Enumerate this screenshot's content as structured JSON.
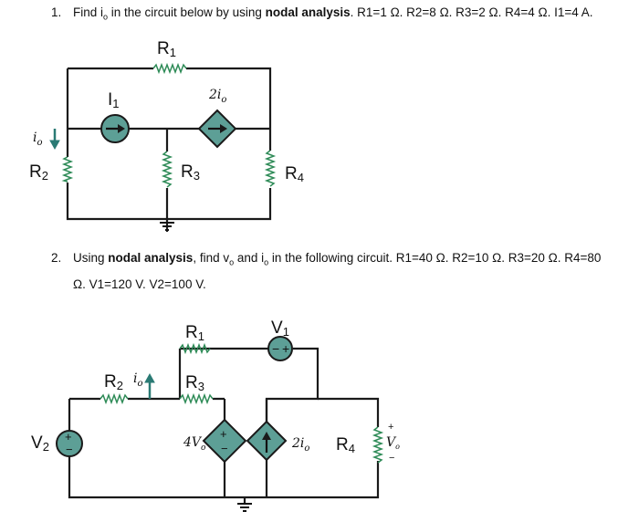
{
  "problem1": {
    "number": "1.",
    "text_pre": "Find i",
    "sub": "o",
    "text_mid": " in the circuit below by using ",
    "bold": "nodal analysis",
    "text_post": ". R1=1 Ω. R2=8 Ω. R3=2 Ω.  R4=4 Ω. I1=4 A.",
    "circuit": {
      "R1": "R",
      "R1_sub": "1",
      "I1": "I",
      "I1_sub": "1",
      "dep": "2i",
      "dep_sub": "o",
      "io": "i",
      "io_sub": "o",
      "R2": "R",
      "R2_sub": "2",
      "R3": "R",
      "R3_sub": "3",
      "R4": "R",
      "R4_sub": "4"
    }
  },
  "problem2": {
    "number": "2.",
    "text_pre": "Using ",
    "bold": "nodal analysis",
    "text_mid": ", find v",
    "sub1": "o",
    "text_mid2": " and i",
    "sub2": "o",
    "text_post": " in the following circuit. R1=40 Ω. R2=10 Ω. R3=20 Ω.  R4=80",
    "line2": "Ω. V1=120 V.  V2=100 V.",
    "circuit": {
      "R1": "R",
      "R1_sub": "1",
      "V1": "V",
      "V1_sub": "1",
      "R2": "R",
      "R2_sub": "2",
      "io": "i",
      "io_sub": "o",
      "R3": "R",
      "R3_sub": "3",
      "V2": "V",
      "V2_sub": "2",
      "dep_v": "4V",
      "dep_v_sub": "o",
      "dep_i": "2i",
      "dep_i_sub": "o",
      "R4": "R",
      "R4_sub": "4",
      "vo": "V",
      "vo_sub": "o",
      "plus": "+",
      "minus": "−"
    }
  }
}
